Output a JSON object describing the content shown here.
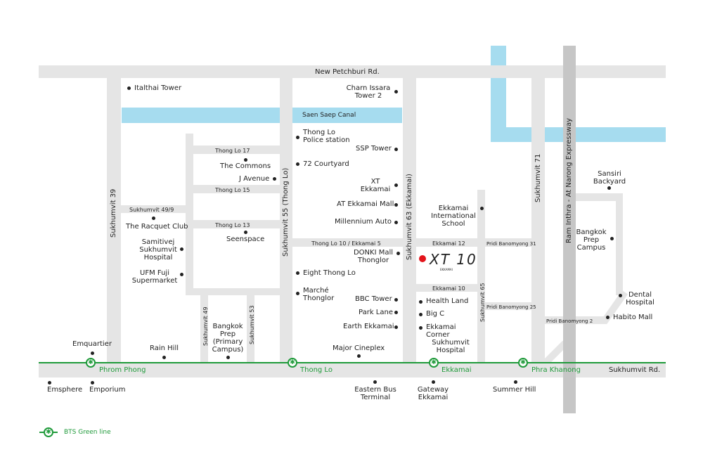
{
  "roads": {
    "new_petchburi": "New Petchburi Rd.",
    "canal": "Saen Saep Canal",
    "sukhumvit": "Sukhumvit Rd.",
    "s39": "Sukhumvit 39",
    "s55": "Sukhumvit 55 (Thong Lo)",
    "s63": "Sukhumvit 63 (Ekkamai)",
    "s71": "Sukhumvit 71",
    "expressway": "Ram Inthra - At Narong Expressway",
    "s49": "Sukhumvit 49",
    "s53": "Sukhumvit 53",
    "s65": "Sukhumvit 65",
    "tl17": "Thong Lo 17",
    "tl15": "Thong Lo 15",
    "tl13": "Thong Lo 13",
    "s49_9": "Sukhumvit 49/9",
    "tl10": "Thong Lo 10 / Ekkamai 5",
    "ek12": "Ekkamai 12",
    "ek10": "Ekkamai 10",
    "pb31": "Pridi Banomyong 31",
    "pb25": "Pridi Banomyong 25",
    "pb2": "Pridi Banomyong 2"
  },
  "places": [
    "Italthai Tower",
    "Charn Issara Tower 2",
    "Thong Lo Police station",
    "SSP Tower",
    "The Commons",
    "72 Courtyard",
    "J Avenue",
    "XT Ekkamai",
    "AT Ekkamai Mall",
    "Millennium Auto",
    "The Racquet Club",
    "Seenspace",
    "Samitivej Sukhumvit Hospital",
    "UFM Fuji Supermarket",
    "DONKI Mall Thonglor",
    "Eight Thong Lo",
    "Marché Thonglor",
    "BBC Tower",
    "Park Lane",
    "Earth Ekkamai",
    "Health Land",
    "Big C",
    "Ekkamai Corner",
    "Sukhumvit Hospital",
    "Ekkamai International School",
    "Sansiri Backyard",
    "Bangkok Prep Campus",
    "Dental Hospital",
    "Habito Mall",
    "Emquartier",
    "Rain Hill",
    "Bangkok Prep (Primary Campus)",
    "Major Cineplex",
    "Emsphere",
    "Emporium",
    "Eastern Bus Terminal",
    "Gateway Ekkamai",
    "Summer Hill"
  ],
  "stations": [
    "Phrom Phong",
    "Thong Lo",
    "Ekkamai",
    "Phra Khanong"
  ],
  "project": {
    "name": "XT 10",
    "sub": "EKKAMAI"
  },
  "legend": "BTS Green line",
  "colors": {
    "road": "#e5e5e5",
    "canal": "#a6dcef",
    "bts": "#1f9a3a",
    "project": "#e3141b"
  }
}
